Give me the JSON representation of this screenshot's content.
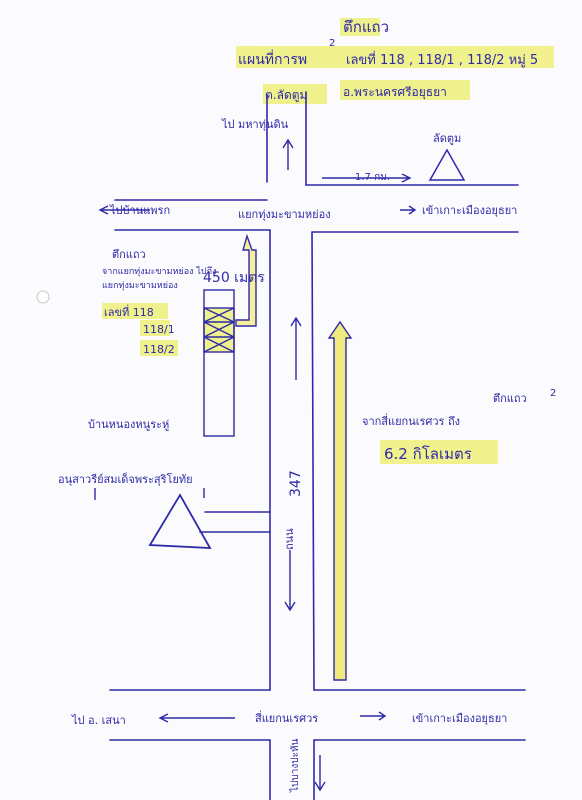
{
  "title": {
    "line1": "ตึกแถว",
    "line2_label": "แผนที่การพ",
    "line2_numbers": "เลขที่ 118 , 118/1 , 118/2 หมู่ 5",
    "superscript": "2"
  },
  "top_place": {
    "subdistrict": "ต.ลัดตูม",
    "district": "อ.พระนครศรีอยุธยา"
  },
  "labels": {
    "to_bangkok_top": "ไป มหาทุ่นดิน",
    "distance_1_7": "1.7 กม.",
    "landmark_top_right": "ลัดตูม",
    "to_bang_pahan": "ไปบ้านแพรก",
    "junction_top": "แยกทุ่งมะขามหย่อง",
    "to_island_top": "เข้าเกาะเมืองอยุธยา",
    "building_title": "ตึกแถว",
    "from_junction_line": "จากแยกทุ่งมะขามหย่อง ไปถึง",
    "junction_short": "แยกทุ่งมะขามหย่อง",
    "distance_450": "450 เมตร",
    "lot_label": "เลขที่  118",
    "lot_2": "118/1",
    "lot_3": "118/2",
    "village_sign": "บ้านหนองหนูระหู่",
    "monument": "อนุสาวรีย์สมเด็จพระสุริโยทัย",
    "road_number": "347",
    "road_side_label": "ถนน",
    "from_junction_naresuan": "จากสี่แยกนเรศวร ถึง",
    "building_right": "ตึกแถว",
    "superscript_right": "2",
    "distance_6_2": "6.2 กิโลเมตร",
    "to_sena": "ไป อ. เสนา",
    "naresuan_junction": "สี่แยกนเรศวร",
    "to_island_bottom": "เข้าเกาะเมืองอยุธยา",
    "to_bottom": "ไปบางปะหัน"
  },
  "colors": {
    "ink": "#2f2aa8",
    "highlight": "#eef07a",
    "arrow_fill": "#f5ee9a",
    "paper": "#fbfbfd"
  }
}
